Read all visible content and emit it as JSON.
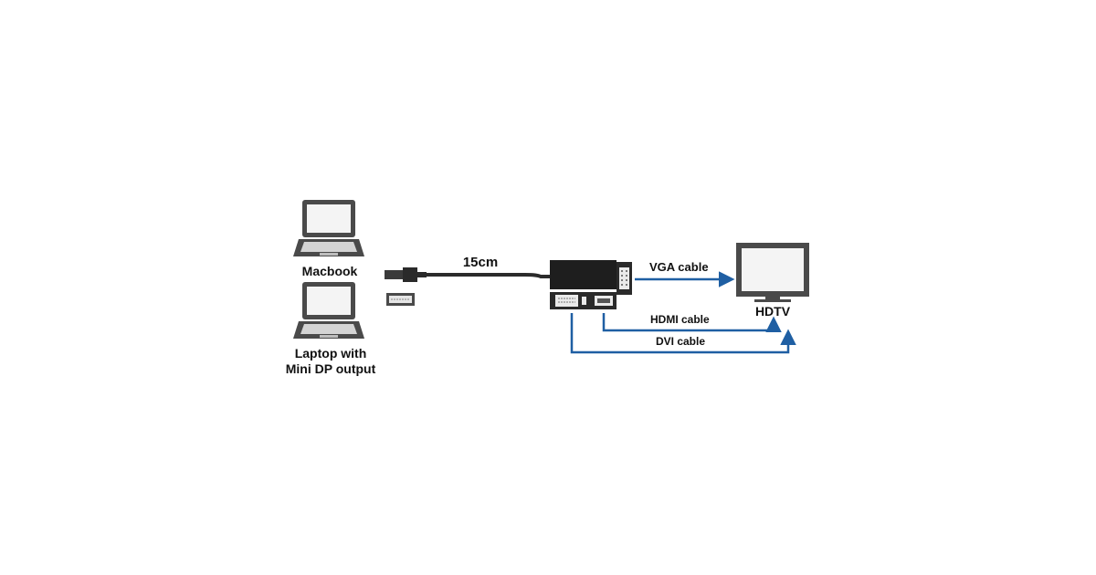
{
  "labels": {
    "macbook": "Macbook",
    "laptop_line1": "Laptop with",
    "laptop_line2": "Mini DP output",
    "cable_length": "15cm",
    "vga_cable": "VGA cable",
    "hdmi_cable": "HDMI cable",
    "dvi_cable": "DVI cable",
    "hdtv": "HDTV"
  },
  "icons": {
    "macbook": "laptop-icon",
    "laptop": "laptop-icon",
    "connector": "mini-dp-plug-icon",
    "port": "mini-dp-port-icon",
    "adapter": "adapter-box-icon",
    "tv": "tv-monitor-icon"
  },
  "colors": {
    "device_gray": "#4a4a4a",
    "screen_light": "#f2f2f2",
    "keyboard_light": "#d6d6d6",
    "cable_blue": "#1f5fa3",
    "text": "#111111"
  }
}
